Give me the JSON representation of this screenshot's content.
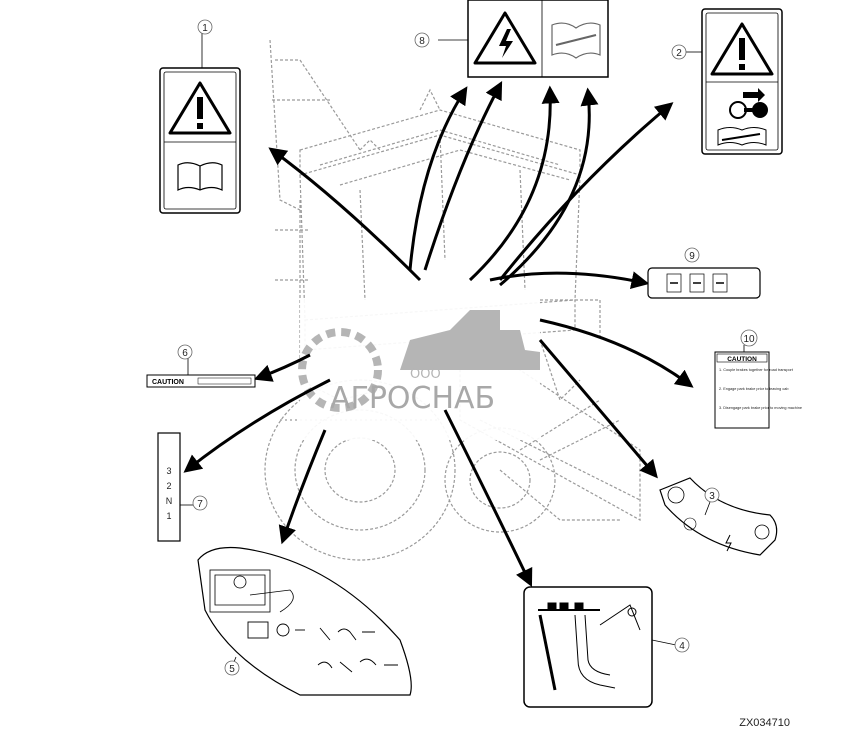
{
  "figure_id": "ZX034710",
  "watermark": {
    "company_prefix": "ООО",
    "company_name": "АГРОСНАБ"
  },
  "callouts": [
    {
      "id": "1",
      "label": "1"
    },
    {
      "id": "2",
      "label": "2"
    },
    {
      "id": "3",
      "label": "3"
    },
    {
      "id": "4",
      "label": "4"
    },
    {
      "id": "5",
      "label": "5"
    },
    {
      "id": "6",
      "label": "6"
    },
    {
      "id": "7",
      "label": "7"
    },
    {
      "id": "8",
      "label": "8"
    },
    {
      "id": "9",
      "label": "9"
    },
    {
      "id": "10",
      "label": "10"
    }
  ],
  "decal_6": {
    "signal_word": "CAUTION"
  },
  "decal_10": {
    "signal_word": "CAUTION",
    "items": [
      "1. Couple brakes together for road transport",
      "2. Engage park brake prior to leaving cab",
      "3. Disengage park brake prior to moving machine"
    ]
  },
  "decal_7": {
    "gears": [
      "3",
      "2",
      "N",
      "1"
    ]
  },
  "colors": {
    "line": "#000000",
    "machine": "#9a9a9a",
    "watermark": "#b5b5b5"
  }
}
